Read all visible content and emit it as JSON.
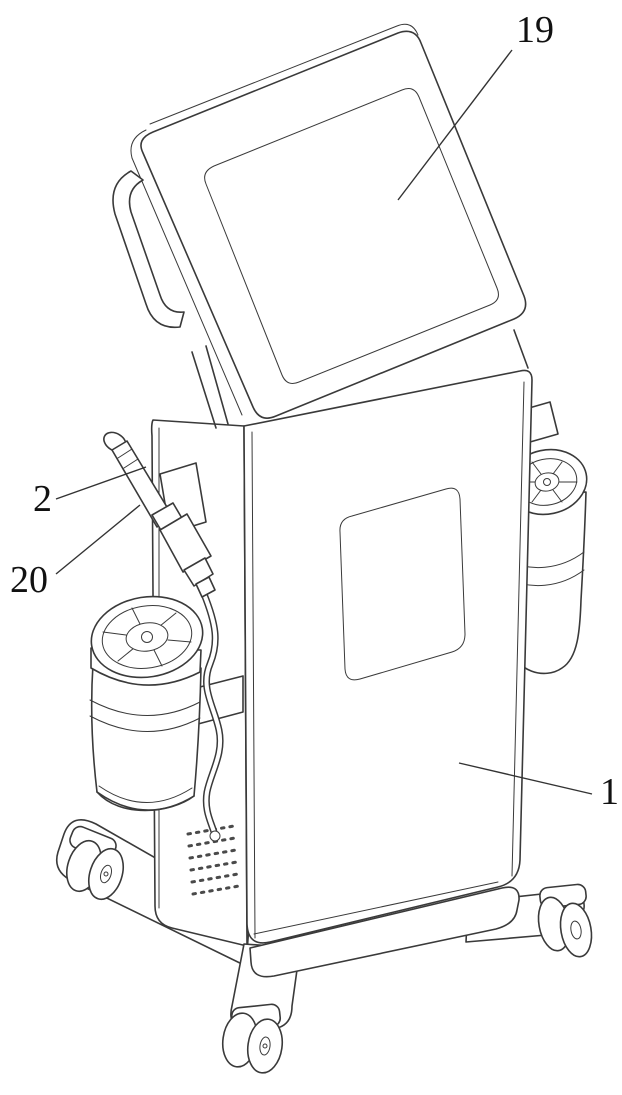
{
  "figure": {
    "labels": {
      "screen_ref": "19",
      "handpiece_ref": "2",
      "holder_ref": "20",
      "body_ref": "1"
    }
  },
  "colors": {
    "line": "#3a3a3a",
    "background": "#ffffff"
  }
}
